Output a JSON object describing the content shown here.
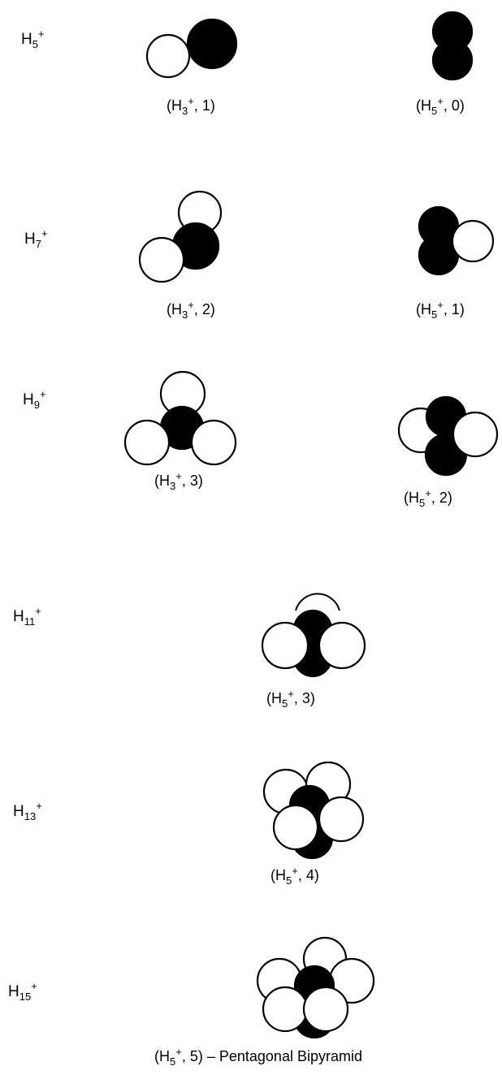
{
  "diagram": {
    "rows": [
      {
        "label": {
          "main": "H",
          "sub": "5",
          "sup": "+"
        },
        "structures": [
          {
            "caption": {
              "core": "H",
              "core_sub": "3",
              "core_sup": "+",
              "n": "1",
              "extra": ""
            }
          },
          {
            "caption": {
              "core": "H",
              "core_sub": "5",
              "core_sup": "+",
              "n": "0",
              "extra": ""
            }
          }
        ]
      },
      {
        "label": {
          "main": "H",
          "sub": "7",
          "sup": "+"
        },
        "structures": [
          {
            "caption": {
              "core": "H",
              "core_sub": "3",
              "core_sup": "+",
              "n": "2",
              "extra": ""
            }
          },
          {
            "caption": {
              "core": "H",
              "core_sub": "5",
              "core_sup": "+",
              "n": "1",
              "extra": ""
            }
          }
        ]
      },
      {
        "label": {
          "main": "H",
          "sub": "9",
          "sup": "+"
        },
        "structures": [
          {
            "caption": {
              "core": "H",
              "core_sub": "3",
              "core_sup": "+",
              "n": "3",
              "extra": ""
            }
          },
          {
            "caption": {
              "core": "H",
              "core_sub": "5",
              "core_sup": "+",
              "n": "2",
              "extra": ""
            }
          }
        ]
      },
      {
        "label": {
          "main": "H",
          "sub": "11",
          "sup": "+"
        },
        "structures": [
          {
            "caption": {
              "core": "H",
              "core_sub": "5",
              "core_sup": "+",
              "n": "3",
              "extra": ""
            }
          }
        ]
      },
      {
        "label": {
          "main": "H",
          "sub": "13",
          "sup": "+"
        },
        "structures": [
          {
            "caption": {
              "core": "H",
              "core_sub": "5",
              "core_sup": "+",
              "n": "4",
              "extra": ""
            }
          }
        ]
      },
      {
        "label": {
          "main": "H",
          "sub": "15",
          "sup": "+"
        },
        "structures": [
          {
            "caption": {
              "core": "H",
              "core_sub": "5",
              "core_sup": "+",
              "n": "5",
              "extra": " – Pentagonal Bipyramid"
            }
          }
        ]
      }
    ],
    "colors": {
      "ion_core": "#000000",
      "h2_ligand": "#ffffff",
      "outline": "#000000",
      "background": "#ffffff"
    }
  }
}
